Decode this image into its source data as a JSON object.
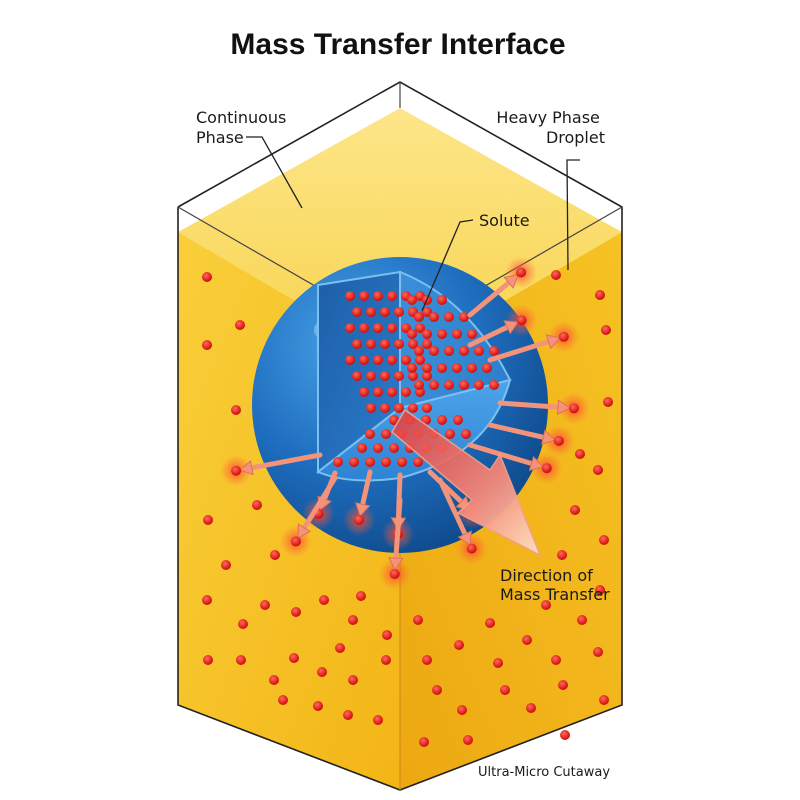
{
  "title": "Mass Transfer Interface",
  "labels": {
    "continuous_phase": [
      "Continuous",
      "Phase"
    ],
    "heavy_phase_droplet": [
      "Heavy Phase",
      "Droplet"
    ],
    "solute": "Solute",
    "direction_of_mass_transfer": [
      "Direction of",
      "Mass Transfer"
    ],
    "cutaway": "Ultra-Micro Cutaway"
  },
  "colors": {
    "continuous_phase": "#f7c52a",
    "continuous_phase_top": "#fbe27a",
    "droplet": "#1f6fc0",
    "droplet_interior": "#1a5aa6",
    "solute": "#e41b1b",
    "transfer_arrow": "#f08a6a"
  }
}
